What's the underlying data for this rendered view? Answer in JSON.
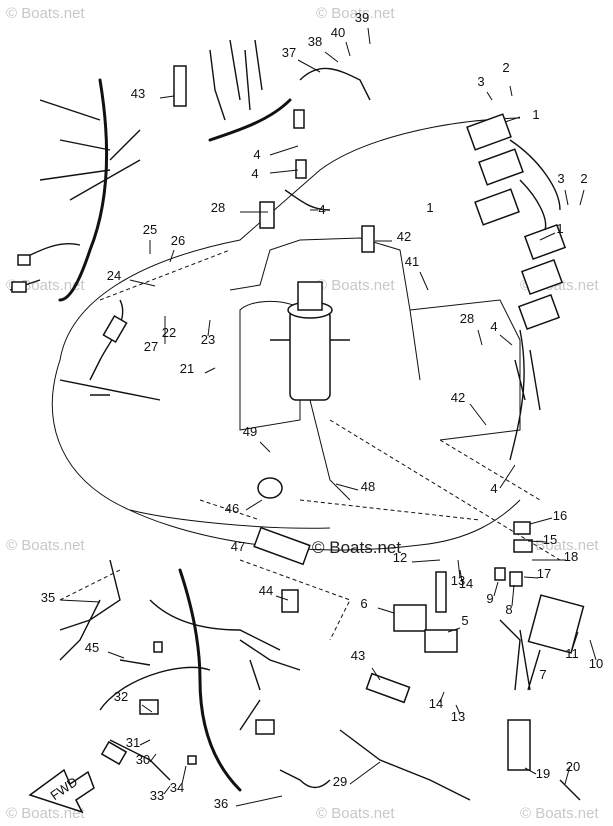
{
  "watermark": {
    "text": "© Boats.net",
    "center_text": "© Boats.net"
  },
  "fwd_label": "FWD",
  "callouts": [
    "1",
    "1",
    "1",
    "2",
    "2",
    "3",
    "3",
    "4",
    "4",
    "4",
    "4",
    "4",
    "5",
    "6",
    "7",
    "8",
    "9",
    "10",
    "11",
    "12",
    "13",
    "13",
    "14",
    "14",
    "15",
    "16",
    "17",
    "18",
    "19",
    "20",
    "21",
    "22",
    "23",
    "24",
    "25",
    "26",
    "27",
    "28",
    "28",
    "29",
    "30",
    "31",
    "32",
    "33",
    "34",
    "35",
    "36",
    "37",
    "38",
    "39",
    "40",
    "41",
    "42",
    "42",
    "43",
    "43",
    "44",
    "45",
    "46",
    "47",
    "48",
    "49"
  ],
  "colors": {
    "line": "#111111",
    "background": "#ffffff",
    "watermark": "#c8c8c8"
  }
}
